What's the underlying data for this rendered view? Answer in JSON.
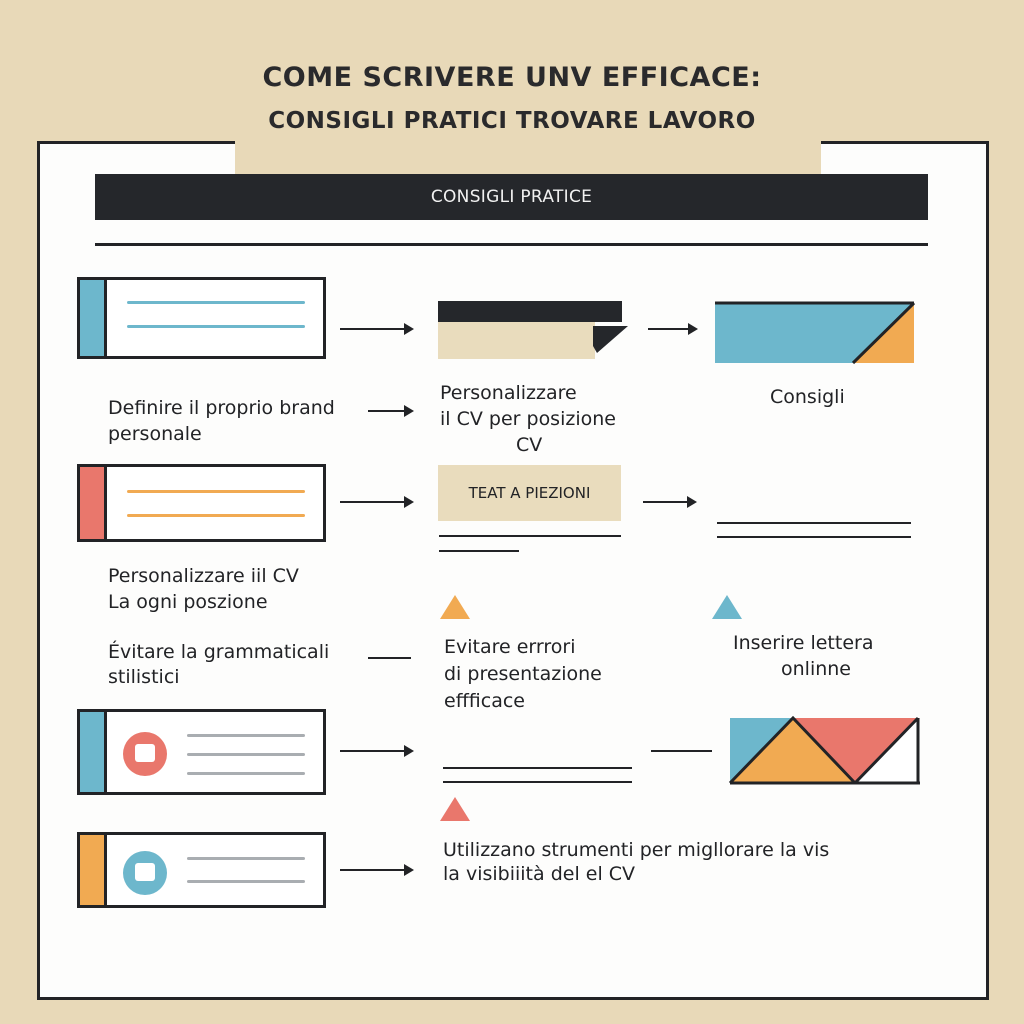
{
  "header": {
    "title_line1": "COME SCRIVERE UNV EFFICACE:",
    "title_line2": "CONSIGLI PRATICI TROVARE LAVORO"
  },
  "panel": {
    "bar_label": "CONSIGLI PRATICE"
  },
  "colors": {
    "background": "#e8d9b8",
    "dark": "#25272b",
    "blue": "#6db7cc",
    "red": "#e9776c",
    "orange": "#f1aa52",
    "beige": "#e9dcbd",
    "gray_line": "#a9adb1"
  },
  "rows": [
    {
      "card": {
        "stripe_color": "blue",
        "line_color": "blue",
        "icon": null
      },
      "middle_shape": "dark-beige-banner",
      "right_shape": "blue-orange-parallelogram",
      "labels": {
        "left": [
          "Definire il proprio brand",
          "personale"
        ],
        "middle": [
          "Personalizzare",
          "il CV per posizione",
          "CV"
        ],
        "right": [
          "Consigli"
        ]
      }
    },
    {
      "card": {
        "stripe_color": "red",
        "line_color": "orange",
        "icon": null
      },
      "middle_box_label": "TEAT A PIEZIONI",
      "labels": {
        "left": [
          "Personalizzare iil CV",
          "La ogni poszione"
        ]
      }
    },
    {
      "labels": {
        "left": [
          "Évitare la grammaticali",
          "stilistici"
        ],
        "middle": [
          "Evitare errrori",
          "di presentazione",
          "effficace"
        ],
        "right": [
          "Inserire lettera",
          "onlinne"
        ]
      }
    },
    {
      "card": {
        "stripe_color": "blue",
        "icon": "square-chat-icon",
        "icon_color": "red"
      },
      "right_shape": "triangles-tangram"
    },
    {
      "card": {
        "stripe_color": "orange",
        "icon": "speech-bubble-icon",
        "icon_color": "blue"
      },
      "labels": {
        "middle": [
          "Utilizzano strumenti per migllorare la vis",
          "la visibiiità del el CV"
        ]
      }
    }
  ]
}
